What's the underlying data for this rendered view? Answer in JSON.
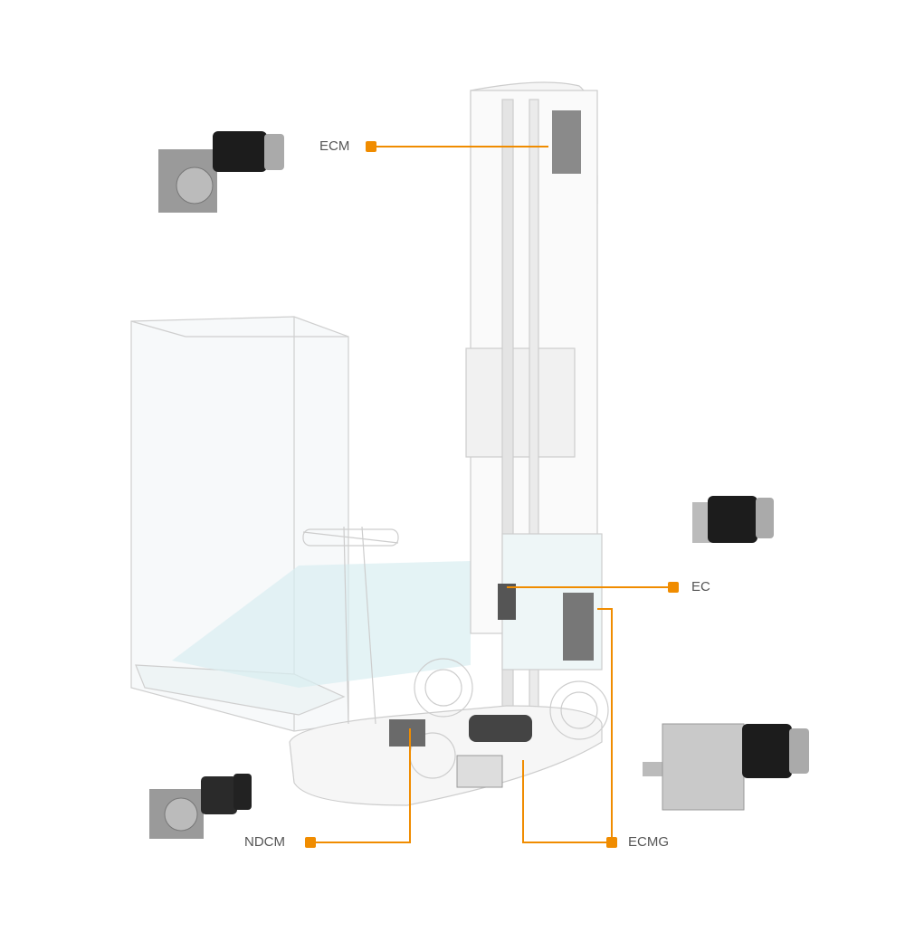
{
  "colors": {
    "accent": "#f08c00",
    "outline": "#c8c8c8",
    "glass": "#cfe8ec"
  },
  "callouts": [
    {
      "id": "ecm",
      "label": "ECM"
    },
    {
      "id": "ec",
      "label": "EC"
    },
    {
      "id": "ndcm",
      "label": "NDCM"
    },
    {
      "id": "ecmg",
      "label": "ECMG"
    }
  ]
}
